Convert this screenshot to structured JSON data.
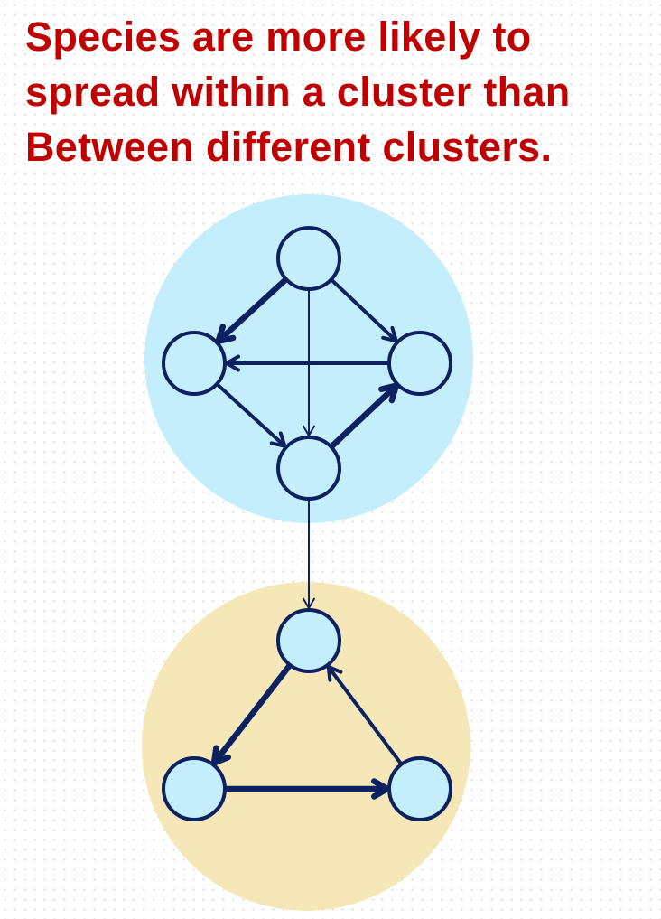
{
  "title_lines": [
    "Species are more likely to",
    "spread within a cluster than",
    "Between different clusters."
  ],
  "colors": {
    "title": "#c00000",
    "cluster_blue": "#c4eefb",
    "cluster_tan": "#f6e7b8",
    "node_stroke": "#0c2160",
    "node_fill": "#c4eefb"
  },
  "clusters": [
    {
      "id": "blue-cluster",
      "color": "#c4eefb",
      "nodes": [
        "b-top",
        "b-left",
        "b-right",
        "b-bottom"
      ]
    },
    {
      "id": "tan-cluster",
      "color": "#f6e7b8",
      "nodes": [
        "t-top",
        "t-left",
        "t-right"
      ]
    }
  ],
  "edges": [
    {
      "from": "b-top",
      "to": "b-left",
      "weight": "heavy"
    },
    {
      "from": "b-top",
      "to": "b-right",
      "weight": "medium"
    },
    {
      "from": "b-top",
      "to": "b-bottom",
      "weight": "light"
    },
    {
      "from": "b-right",
      "to": "b-left",
      "weight": "medium"
    },
    {
      "from": "b-left",
      "to": "b-bottom",
      "weight": "medium"
    },
    {
      "from": "b-bottom",
      "to": "b-right",
      "weight": "heavy"
    },
    {
      "from": "b-bottom",
      "to": "t-top",
      "weight": "light"
    },
    {
      "from": "t-top",
      "to": "t-left",
      "weight": "heavy"
    },
    {
      "from": "t-left",
      "to": "t-right",
      "weight": "heavy"
    },
    {
      "from": "t-right",
      "to": "t-top",
      "weight": "medium"
    }
  ]
}
